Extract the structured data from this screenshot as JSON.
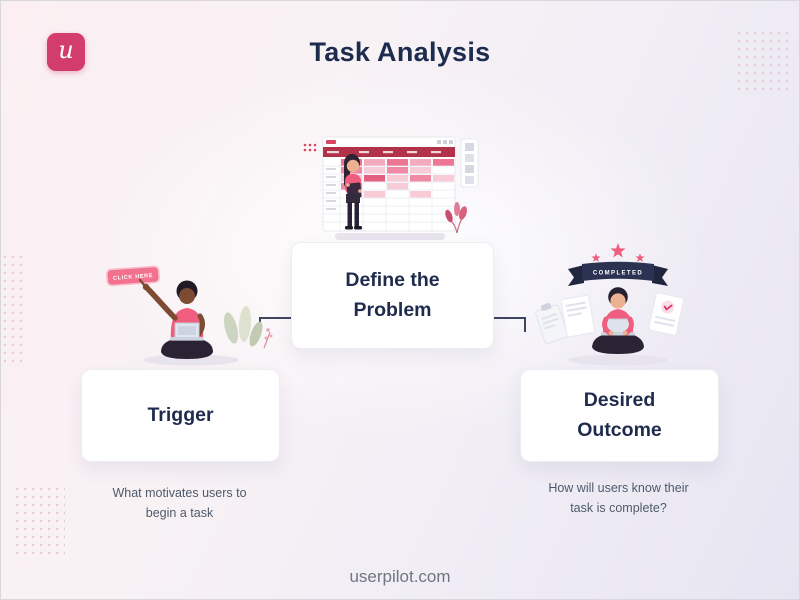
{
  "page": {
    "title": "Task Analysis",
    "footer": "userpilot.com"
  },
  "logo": {
    "letter": "u"
  },
  "cards": {
    "define": {
      "label": "Define the Problem"
    },
    "trigger": {
      "label": "Trigger",
      "caption": "What motivates users to begin a task"
    },
    "outcome": {
      "label": "Desired Outcome",
      "caption": "How will users know their task is complete?"
    }
  },
  "illustrations": {
    "trigger": {
      "button_label": "CLICK HERE"
    },
    "outcome": {
      "badge_label": "COMPLETED"
    }
  },
  "colors": {
    "brand_pink": "#d23d6d",
    "accent_pink": "#ef5e7e",
    "navy_text": "#1f2b4d",
    "caption_text": "#4e5a6b",
    "ribbon_navy": "#2c3352"
  }
}
